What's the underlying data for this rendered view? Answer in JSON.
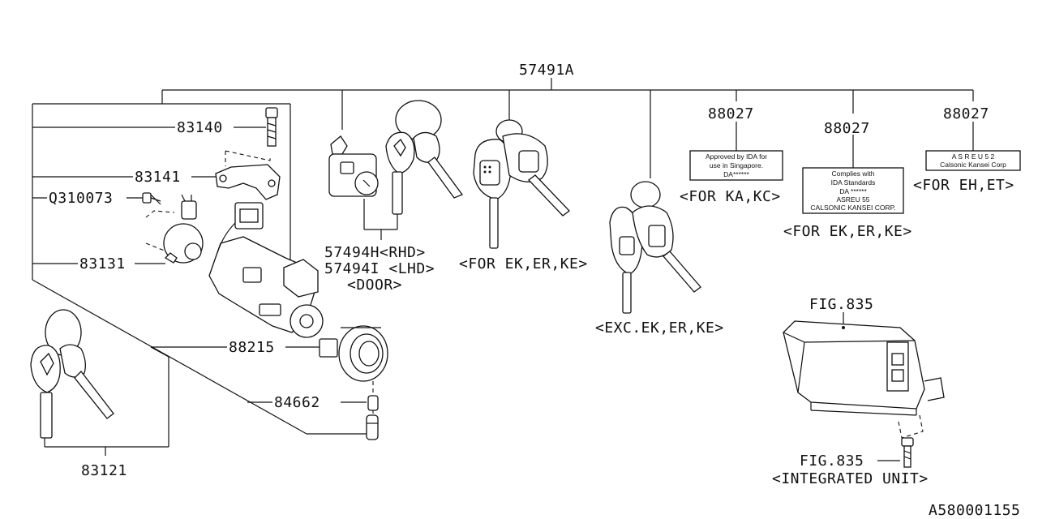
{
  "diagram": {
    "main_part": "57491A",
    "callouts": {
      "p83140": "83140",
      "p83141": "83141",
      "q310073": "Q310073",
      "p83131": "83131",
      "p88215": "88215",
      "p84662": "84662",
      "p83121": "83121",
      "p57494h": "57494H<RHD>",
      "p57494i": "57494I <LHD>",
      "door": "<DOOR>",
      "for_ek_er_ke_1": "<FOR EK,ER,KE>",
      "exc_ek_er_ke": "<EXC.EK,ER,KE>",
      "p88027_a": "88027",
      "p88027_b": "88027",
      "p88027_c": "88027",
      "for_ka_kc": "<FOR KA,KC>",
      "for_ek_er_ke_2": "<FOR EK,ER,KE>",
      "for_eh_et": "<FOR EH,ET>",
      "fig835_top": "FIG.835",
      "fig835_bottom": "FIG.835",
      "integrated_unit": "<INTEGRATED UNIT>",
      "diagram_code": "A580001155"
    },
    "label_ka_kc": [
      "Approved by IDA for",
      "use in Singapore.",
      "DA******"
    ],
    "label_ek_er_ke": [
      "Complies with",
      "IDA Standards",
      "DA ******",
      "ASREU 55",
      "CALSONIC KANSEI CORP."
    ],
    "label_eh_et": [
      "A S R E U 5 2",
      "Calsonic Kansei Corp"
    ]
  }
}
